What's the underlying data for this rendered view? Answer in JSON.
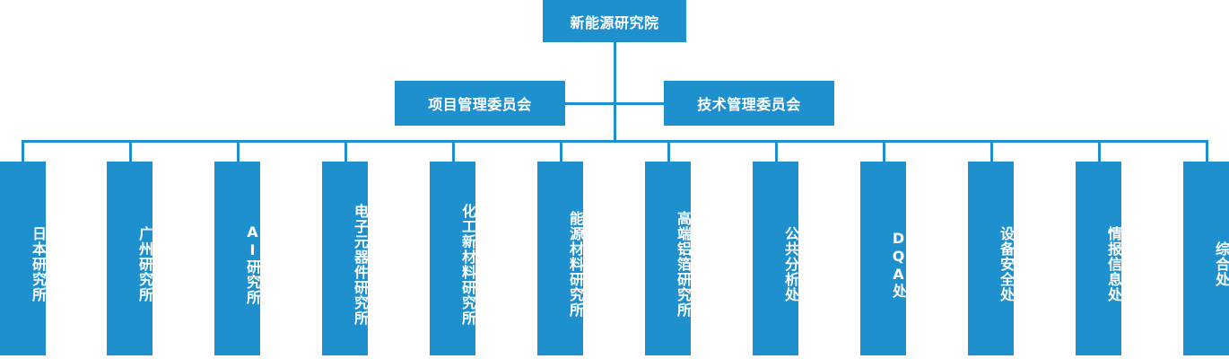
{
  "colors": {
    "node_fill": "#1e90ce",
    "connector": "#1e90ce",
    "text": "#ffffff",
    "background": "#ffffff"
  },
  "org_chart": {
    "type": "organizational-hierarchy",
    "root": {
      "label": "新能源研究院",
      "level": 1
    },
    "committees": [
      {
        "label": "项目管理委员会",
        "level": 2,
        "side": "left"
      },
      {
        "label": "技术管理委员会",
        "level": 2,
        "side": "right"
      }
    ],
    "departments": [
      {
        "label": "日本研究所",
        "level": 3,
        "index": 1
      },
      {
        "label": "广州研究所",
        "level": 3,
        "index": 2
      },
      {
        "label": "AI研究所",
        "level": 3,
        "index": 3
      },
      {
        "label": "电子元器件研究所",
        "level": 3,
        "index": 4
      },
      {
        "label": "化工新材料研究所",
        "level": 3,
        "index": 5
      },
      {
        "label": "能源材料研究所",
        "level": 3,
        "index": 6
      },
      {
        "label": "高端铝箔研究所",
        "level": 3,
        "index": 7
      },
      {
        "label": "公共分析处",
        "level": 3,
        "index": 8
      },
      {
        "label": "DQA处",
        "level": 3,
        "index": 9
      },
      {
        "label": "设备安全处",
        "level": 3,
        "index": 10
      },
      {
        "label": "情报信息处",
        "level": 3,
        "index": 11
      },
      {
        "label": "综合处",
        "level": 3,
        "index": 12
      }
    ]
  }
}
